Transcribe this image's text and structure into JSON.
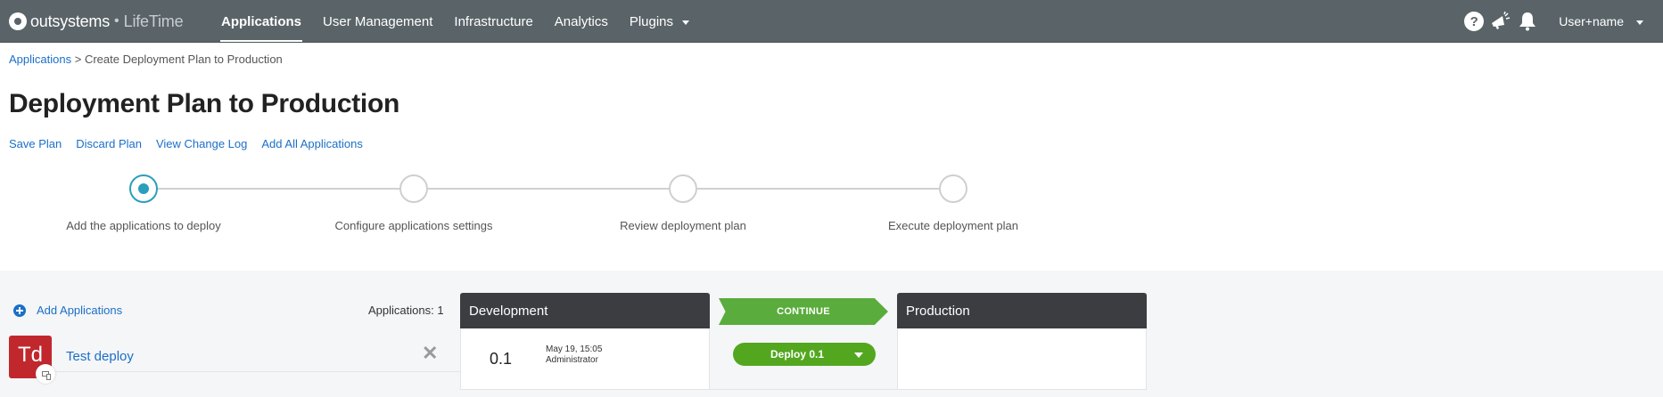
{
  "topbar": {
    "brand": "outsystems",
    "product": "LifeTime",
    "nav": [
      {
        "label": "Applications",
        "active": true
      },
      {
        "label": "User Management",
        "active": false
      },
      {
        "label": "Infrastructure",
        "active": false
      },
      {
        "label": "Analytics",
        "active": false
      },
      {
        "label": "Plugins",
        "active": false,
        "has_dropdown": true
      }
    ],
    "icons": [
      "help-icon",
      "megaphone-icon",
      "bell-icon"
    ],
    "help_glyph": "?",
    "user": "User+name"
  },
  "breadcrumb": {
    "root": "Applications",
    "separator": " > ",
    "current": "Create Deployment Plan to Production"
  },
  "page": {
    "title": "Deployment Plan to Production",
    "actions": [
      "Save Plan",
      "Discard Plan",
      "View Change Log",
      "Add All Applications"
    ]
  },
  "stepper": {
    "steps": [
      {
        "label": "Add the applications to deploy",
        "active": true
      },
      {
        "label": "Configure applications settings",
        "active": false
      },
      {
        "label": "Review deployment plan",
        "active": false
      },
      {
        "label": "Execute deployment plan",
        "active": false
      }
    ]
  },
  "workspace": {
    "add_applications": "Add Applications",
    "applications_count_label": "Applications: 1",
    "apps": [
      {
        "initials": "Td",
        "name": "Test deploy",
        "icon_color": "#c0282e",
        "remove_glyph": "✕"
      }
    ],
    "source_env": {
      "name": "Development",
      "version": "0.1",
      "date": "May 19, 15:05",
      "author": "Administrator"
    },
    "continue_label": "CONTINUE",
    "deploy_label": "Deploy 0.1",
    "target_env": {
      "name": "Production"
    }
  },
  "colors": {
    "topbar": "#5a6468",
    "link": "#1b6fc8",
    "step_active": "#2a9fbc",
    "env_header": "#3c3d41",
    "continue": "#5aac3c",
    "deploy": "#53a71f"
  }
}
